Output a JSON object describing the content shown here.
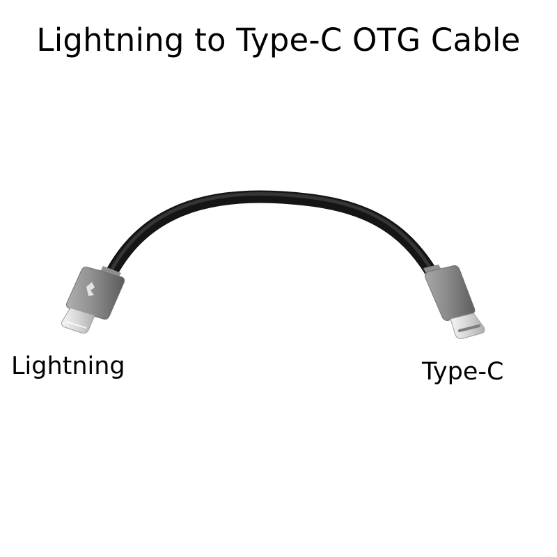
{
  "title": "Lightning to Type-C OTG Cable",
  "labels": {
    "left": "Lightning",
    "right": "Type-C"
  },
  "colors": {
    "background": "#ffffff",
    "text": "#000000",
    "cable": "#1f1f1f",
    "connector_housing": "#8d8d8d",
    "connector_metal": "#d9d9d9"
  }
}
